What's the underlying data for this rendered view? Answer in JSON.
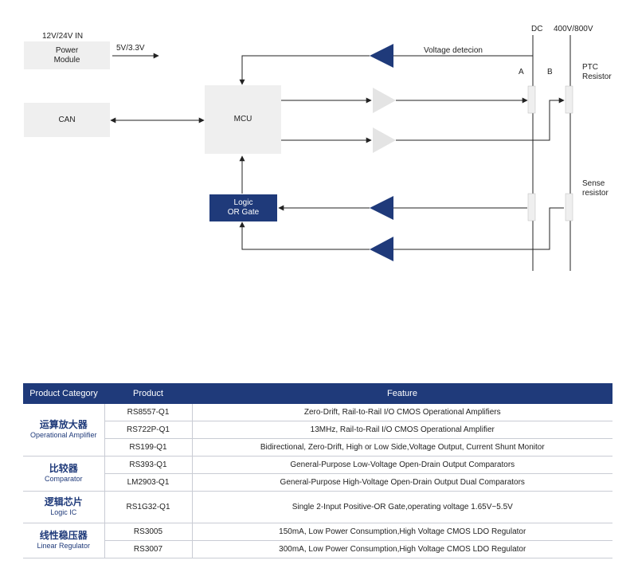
{
  "diagram": {
    "supply_in_label": "12V/24V IN",
    "power_module_label": "Power\nModule",
    "supply_out_label": "5V/3.3V",
    "can_label": "CAN",
    "mcu_label": "MCU",
    "logic_label": "Logic\nOR Gate",
    "voltage_detection_label": "Voltage detecion",
    "dc_label": "DC",
    "hv_label": "400V/800V",
    "node_a_label": "A",
    "node_b_label": "B",
    "ptc_label": "PTC\nResistor",
    "sense_label": "Sense\nresistor"
  },
  "table": {
    "headers": [
      "Product Category",
      "Product",
      "Feature"
    ],
    "groups": [
      {
        "category_cn": "运算放大器",
        "category_en": "Operational Amplifier",
        "rows": [
          {
            "product": "RS8557-Q1",
            "feature": "Zero-Drift, Rail-to-Rail I/O CMOS Operational Amplifiers"
          },
          {
            "product": "RS722P-Q1",
            "feature": "13MHz, Rail-to-Rail I/O CMOS Operational Amplifier"
          },
          {
            "product": "RS199-Q1",
            "feature": "Bidirectional, Zero-Drift, High or Low Side,Voltage Output, Current Shunt Monitor"
          }
        ]
      },
      {
        "category_cn": "比较器",
        "category_en": "Comparator",
        "rows": [
          {
            "product": "RS393-Q1",
            "feature": "General-Purpose Low-Voltage Open-Drain Output Comparators"
          },
          {
            "product": "LM2903-Q1",
            "feature": "General-Purpose High-Voltage Open-Drain Output Dual Comparators"
          }
        ]
      },
      {
        "category_cn": "逻辑芯片",
        "category_en": "Logic IC",
        "rows": [
          {
            "product": "RS1G32-Q1",
            "feature": "Single 2-Input Positive-OR Gate,operating voltage 1.65V~5.5V"
          }
        ]
      },
      {
        "category_cn": "线性稳压器",
        "category_en": "Linear Regulator",
        "rows": [
          {
            "product": "RS3005",
            "feature": "150mA, Low Power Consumption,High Voltage CMOS LDO Regulator"
          },
          {
            "product": "RS3007",
            "feature": "300mA, Low Power Consumption,High Voltage CMOS LDO Regulator"
          }
        ]
      }
    ]
  },
  "colors": {
    "navy": "#1f3a7a",
    "block_grey": "#efefef",
    "amp_light": "#e4e4e4"
  }
}
